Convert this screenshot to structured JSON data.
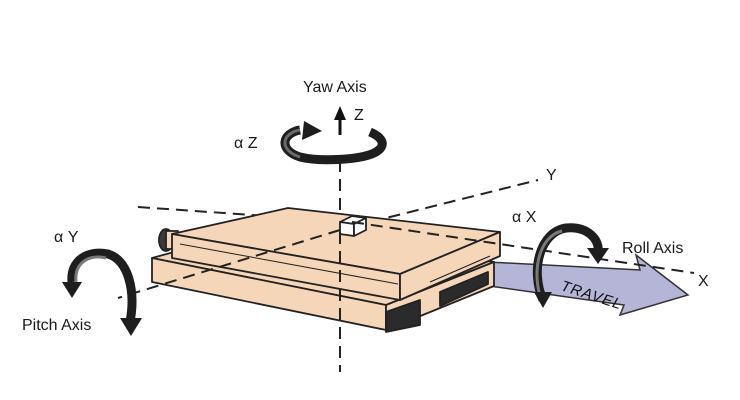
{
  "labels": {
    "yaw_axis": "Yaw Axis",
    "z_axis": "Z",
    "alpha_z": "α Z",
    "y_axis": "Y",
    "alpha_x": "α X",
    "alpha_y": "α Y",
    "roll_axis": "Roll Axis",
    "x_axis": "X",
    "pitch_axis": "Pitch Axis",
    "travel": "TRAVEL"
  },
  "colors": {
    "stage_face": "#f5d6b8",
    "stage_outline": "#222222",
    "travel_arrow": "#b5b5d8",
    "rotation_arrow": "#1e1e1e",
    "dark_base": "#2b2b2b"
  },
  "icons": {
    "yaw": "rotation-arrow-icon",
    "roll": "rotation-arrow-icon",
    "pitch": "rotation-arrow-icon",
    "travel": "travel-arrow-icon"
  }
}
